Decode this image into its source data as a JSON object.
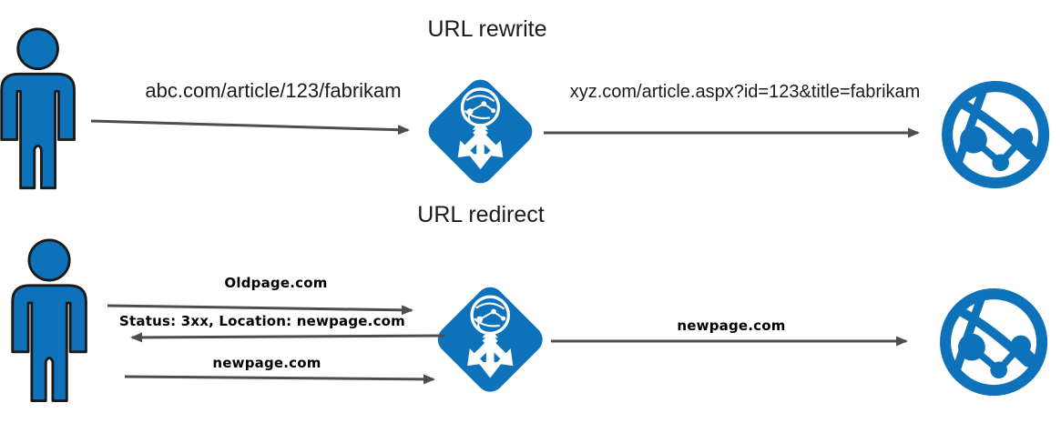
{
  "colors": {
    "icon_blue": "#0e72bb",
    "arrow_gray": "#4d4d4d",
    "text": "#1b1b1b"
  },
  "rewrite": {
    "title": "URL rewrite",
    "client_icon": "person-icon",
    "gateway_icon": "application-gateway-icon",
    "backend_icon": "web-app-globe-icon",
    "request_url": "abc.com/article/123/fabrikam",
    "rewritten_url": "xyz.com/article.aspx?id=123&title=fabrikam"
  },
  "redirect": {
    "title": "URL redirect",
    "client_icon": "person-icon",
    "gateway_icon": "application-gateway-icon",
    "backend_icon": "web-app-globe-icon",
    "request_url": "Oldpage.com",
    "redirect_response": "Status: 3xx, Location: newpage.com",
    "new_request_url": "newpage.com",
    "forwarded_url": "newpage.com"
  }
}
